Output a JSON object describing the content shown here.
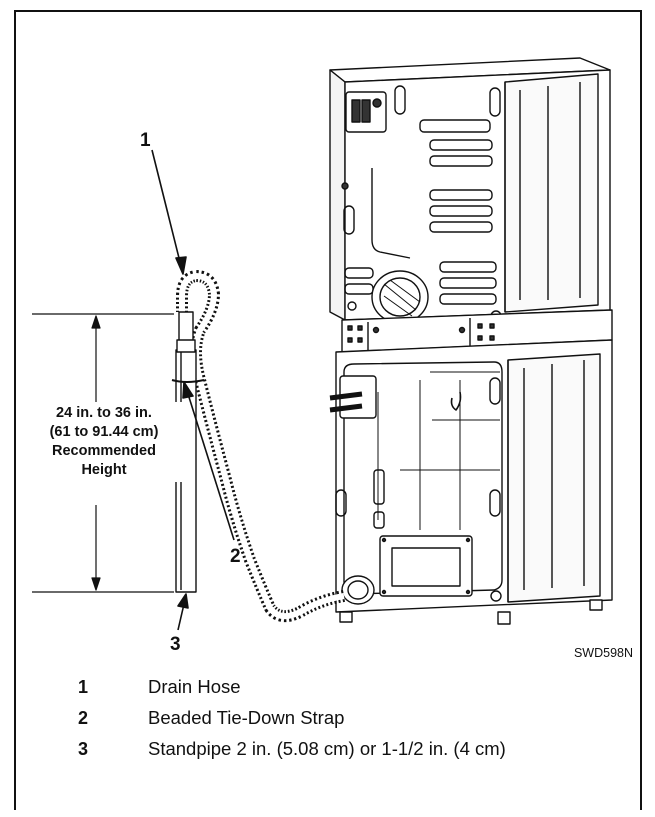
{
  "figure": {
    "callouts": [
      "1",
      "2",
      "3"
    ],
    "height_label": [
      "24 in. to 36 in.",
      "(61 to 91.44 cm)",
      "Recommended",
      "Height"
    ],
    "ref_code": "SWD598N"
  },
  "legend": [
    {
      "num": "1",
      "text": "Drain Hose"
    },
    {
      "num": "2",
      "text": "Beaded Tie-Down Strap"
    },
    {
      "num": "3",
      "text": "Standpipe 2 in. (5.08 cm) or 1-1/2 in. (4 cm)"
    }
  ]
}
